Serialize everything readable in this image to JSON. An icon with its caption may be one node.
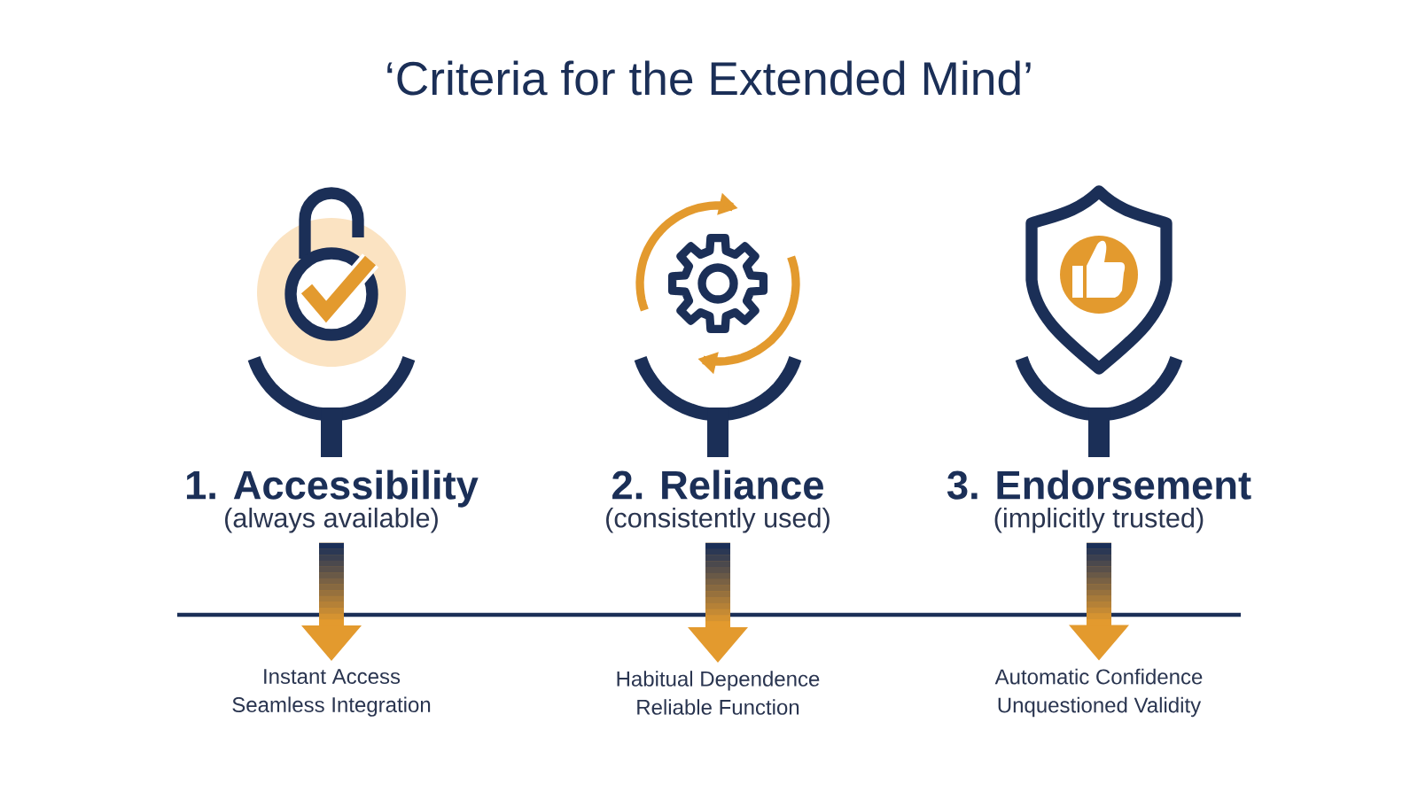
{
  "diagram": {
    "title": "‘Criteria for the Extended Mind’",
    "nodes": [
      {
        "text": [
          "1. Accessibility",
          "(always available)"
        ]
      },
      {
        "text": [
          "2. Reliance",
          "(consistently used)"
        ]
      },
      {
        "text": [
          "3. Endorsement",
          "(implicitly trusted)"
        ]
      },
      {
        "text": [
          "Instant Access",
          "Seamless Integration"
        ]
      },
      {
        "text": [
          "Habitual Dependence",
          "Reliable Function"
        ]
      },
      {
        "text": [
          "Automatic Confidence",
          "Unquestioned Validity"
        ]
      }
    ],
    "edges": [
      {
        "from": 0,
        "to": 3,
        "arrow": "to"
      },
      {
        "from": 1,
        "to": 4,
        "arrow": "to"
      },
      {
        "from": 2,
        "to": 5,
        "arrow": "to"
      }
    ]
  }
}
